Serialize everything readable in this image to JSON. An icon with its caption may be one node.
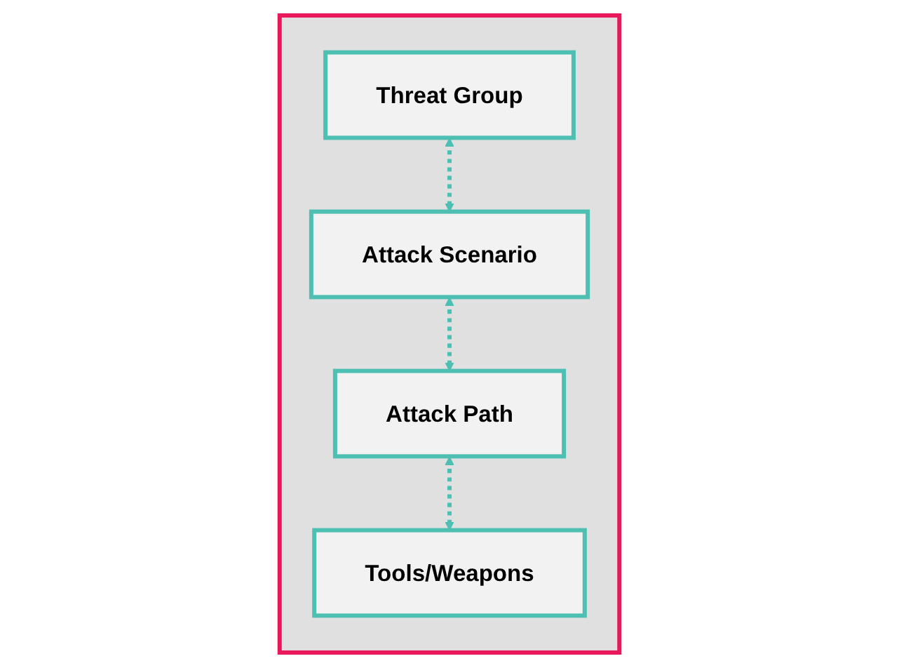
{
  "diagram": {
    "nodes": [
      {
        "text": [],
        "shape": "box"
      },
      {
        "text": [
          "Threat Group"
        ],
        "in": 0
      },
      {
        "text": [
          "Attack Scenario"
        ],
        "in": 0
      },
      {
        "text": [
          "Attack Path"
        ],
        "in": 0
      },
      {
        "text": [
          "Tools/Weapons"
        ],
        "in": 0
      }
    ],
    "edges": [
      {
        "from": 1,
        "to": 2,
        "arrow": "both",
        "style": "dashed"
      },
      {
        "from": 2,
        "to": 3,
        "arrow": "both",
        "style": "dashed"
      },
      {
        "from": 3,
        "to": 4,
        "arrow": "both",
        "style": "dashed"
      }
    ]
  }
}
